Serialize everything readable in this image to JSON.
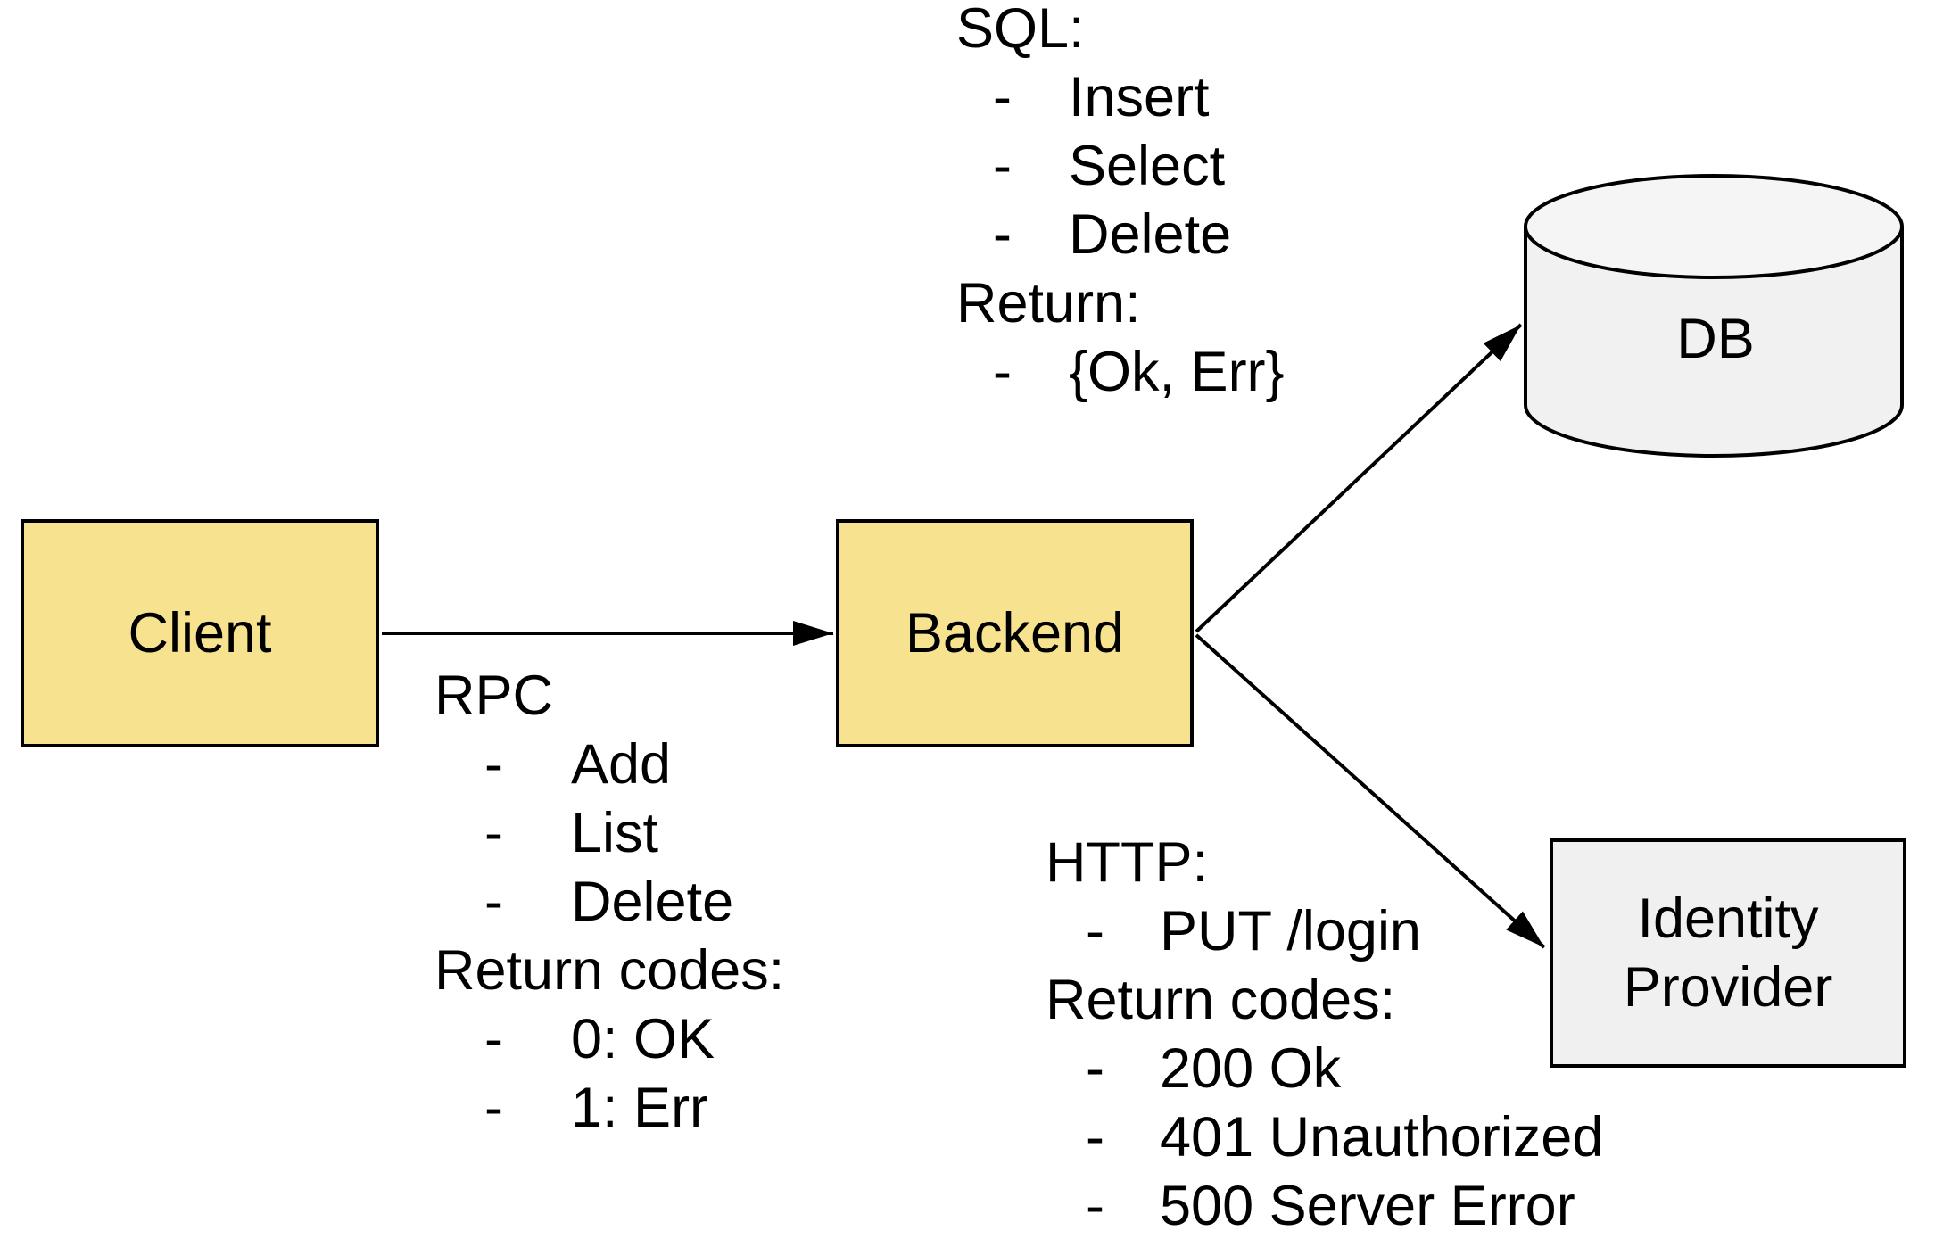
{
  "bullet_char": "-",
  "colors": {
    "node_fill_yellow": "#F7E28F",
    "node_fill_gray": "#F0F0F0",
    "cylinder_fill": "#F1F1F1",
    "cylinder_top_fill": "#F5F5F5",
    "stroke": "#000000",
    "background": "#FFFFFF"
  },
  "nodes": {
    "client": {
      "label": "Client"
    },
    "backend": {
      "label": "Backend"
    },
    "db": {
      "label": "DB"
    },
    "identity_provider": {
      "label": "Identity Provider"
    }
  },
  "annotations": {
    "sql": {
      "title": "SQL:",
      "items": [
        "Insert",
        "Select",
        "Delete"
      ],
      "return_title": "Return:",
      "return_items": [
        "{Ok, Err}"
      ]
    },
    "rpc": {
      "title": "RPC",
      "items": [
        "Add",
        "List",
        "Delete"
      ],
      "return_title": "Return codes:",
      "return_items": [
        "0: OK",
        "1: Err"
      ]
    },
    "http": {
      "title": "HTTP:",
      "items": [
        "PUT /login"
      ],
      "return_title": "Return codes:",
      "return_items": [
        "200 Ok",
        "401 Unauthorized",
        "500 Server Error"
      ]
    }
  }
}
